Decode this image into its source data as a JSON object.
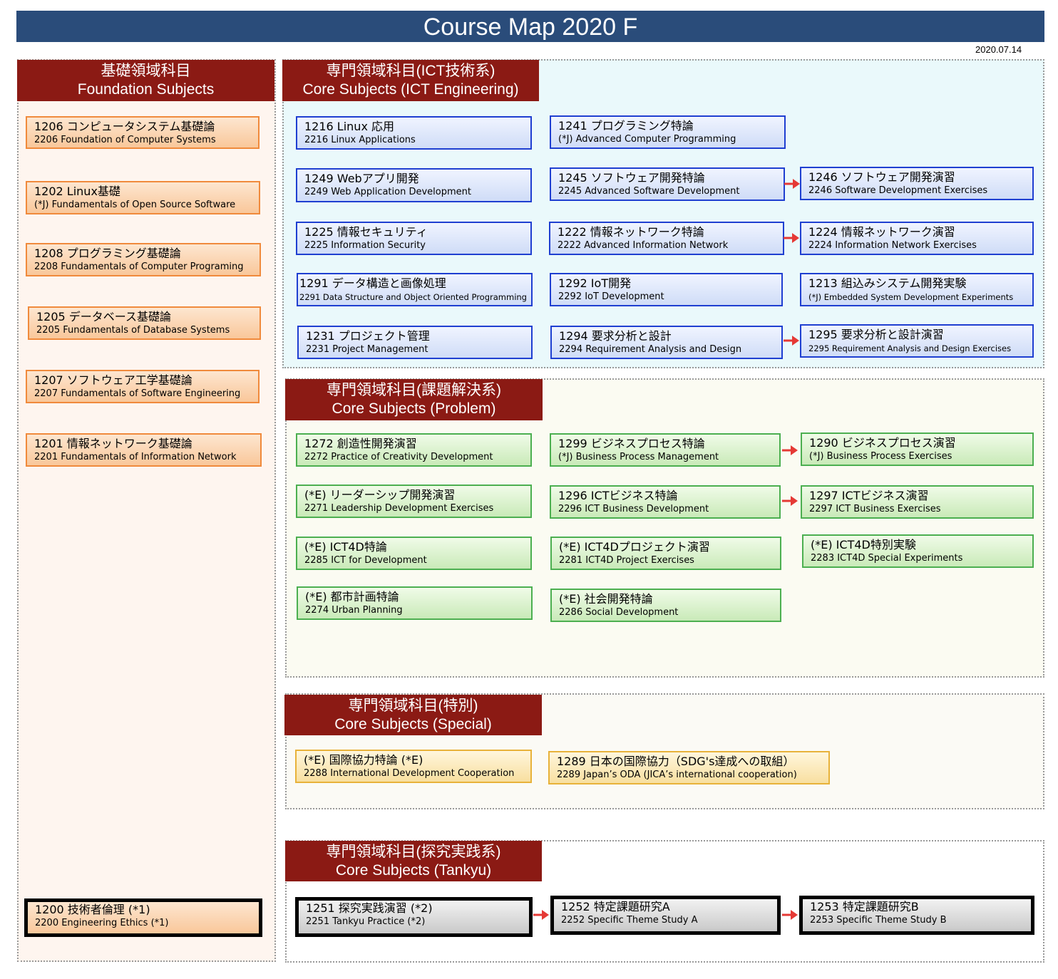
{
  "title": "Course Map 2020 F",
  "date": "2020.07.14",
  "sections": {
    "foundation": {
      "title_jp": "基礎領域科目",
      "title_en": "Foundation Subjects"
    },
    "ict": {
      "title_jp": "専門領域科目(ICT技術系)",
      "title_en": "Core Subjects (ICT Engineering)"
    },
    "problem": {
      "title_jp": "専門領域科目(課題解決系)",
      "title_en": "Core Subjects (Problem)"
    },
    "special": {
      "title_jp": "専門領域科目(特別)",
      "title_en": "Core Subjects (Special)"
    },
    "tankyu": {
      "title_jp": "専門領域科目(探究実践系)",
      "title_en": "Core Subjects (Tankyu)"
    }
  },
  "courses": {
    "c1206": {
      "jp": "1206 コンピュータシステム基礎論",
      "en": "2206   Foundation of Computer Systems"
    },
    "c1202": {
      "jp": "1202 Linux基礎",
      "en": "(*J)   Fundamentals of Open Source Software"
    },
    "c1208": {
      "jp": "1208 プログラミング基礎論",
      "en": "2208   Fundamentals of Computer Programing"
    },
    "c1205": {
      "jp": "1205 データベース基礎論",
      "en": "2205   Fundamentals of Database Systems"
    },
    "c1207": {
      "jp": "1207 ソフトウェア工学基礎論",
      "en": "2207   Fundamentals of Software Engineering"
    },
    "c1201": {
      "jp": "1201 情報ネットワーク基礎論",
      "en": "2201   Fundamentals of Information Network"
    },
    "c1200": {
      "jp": "1200 技術者倫理 (*1)",
      "en": "2200   Engineering Ethics (*1)"
    },
    "c1216": {
      "jp": "1216 Linux 応用",
      "en": "2216   Linux Applications"
    },
    "c1241": {
      "jp": "1241 プログラミング特論",
      "en": "(*J)   Advanced Computer Programming"
    },
    "c1249": {
      "jp": "1249 Webアプリ開発",
      "en": "2249   Web Application Development"
    },
    "c1245": {
      "jp": "1245 ソフトウェア開発特論",
      "en": "2245   Advanced Software Development"
    },
    "c1246": {
      "jp": "1246 ソフトウェア開発演習",
      "en": "2246   Software Development Exercises"
    },
    "c1225": {
      "jp": "1225 情報セキュリティ",
      "en": "2225   Information Security"
    },
    "c1222": {
      "jp": "1222 情報ネットワーク特論",
      "en": "2222   Advanced Information Network"
    },
    "c1224": {
      "jp": "1224 情報ネットワーク演習",
      "en": "2224   Information Network Exercises"
    },
    "c1291": {
      "jp": "1291 データ構造と画像処理",
      "en": "2291  Data Structure and Object Oriented  Programming"
    },
    "c1292": {
      "jp": "1292 IoT開発",
      "en": "2292   IoT Development"
    },
    "c1213": {
      "jp": "1213 組込みシステム開発実験",
      "en": "(*J)   Embedded System  Development Experiments"
    },
    "c1231": {
      "jp": "1231 プロジェクト管理",
      "en": "2231   Project Management"
    },
    "c1294": {
      "jp": "1294 要求分析と設計",
      "en": "2294   Requirement Analysis and Design"
    },
    "c1295": {
      "jp": "1295 要求分析と設計演習",
      "en": "2295   Requirement Analysis and Design Exercises"
    },
    "c1272": {
      "jp": "1272 創造性開発演習",
      "en": "2272   Practice of Creativity Development"
    },
    "c1299": {
      "jp": "1299 ビジネスプロセス特論",
      "en": "(*J)  Business Process Management"
    },
    "c1290": {
      "jp": "1290 ビジネスプロセス演習",
      "en": "(*J)  Business Process Exercises"
    },
    "cLead": {
      "jp": "(*E) リーダーシップ開発演習",
      "en": "2271   Leadership Development Exercises"
    },
    "c1296": {
      "jp": "1296 ICTビジネス特論",
      "en": "2296  ICT Business Development"
    },
    "c1297": {
      "jp": "1297 ICTビジネス演習",
      "en": "2297  ICT Business Exercises"
    },
    "cIct4d": {
      "jp": "(*E) ICT4D特論",
      "en": "2285   ICT for Development"
    },
    "cIct4dP": {
      "jp": "(*E) ICT4Dプロジェクト演習",
      "en": "2281   ICT4D Project Exercises"
    },
    "cIct4dS": {
      "jp": "(*E) ICT4D特別実験",
      "en": "2283   ICT4D Special Experiments"
    },
    "cUrban": {
      "jp": "(*E) 都市計画特論",
      "en": "2274   Urban Planning"
    },
    "cSocial": {
      "jp": "(*E) 社会開発特論",
      "en": "2286   Social Development"
    },
    "cIntl": {
      "jp": "(*E) 国際協力特論 (*E)",
      "en": "2288  International Development Cooperation"
    },
    "c1289": {
      "jp": "1289 日本の国際協力（SDG's達成への取組）",
      "en": "2289  Japan’s ODA (JICA’s international cooperation)"
    },
    "c1251": {
      "jp": "1251 探究実践演習 (*2)",
      "en": "2251   Tankyu Practice (*2)"
    },
    "c1252": {
      "jp": "1252 特定課題研究A",
      "en": "2252  Specific Theme Study A"
    },
    "c1253": {
      "jp": "1253 特定課題研究B",
      "en": "2253   Specific Theme Study B"
    }
  },
  "colors": {
    "banner": "#2a4c7a",
    "section_header": "#8b1a14",
    "arrow": "#e53935",
    "foundation_border": "#f08a3c",
    "ict_border": "#1f3fd1",
    "problem_border": "#4caf50",
    "special_border": "#e8b23a"
  },
  "icons": {
    "arrow": "right-arrow-icon"
  }
}
